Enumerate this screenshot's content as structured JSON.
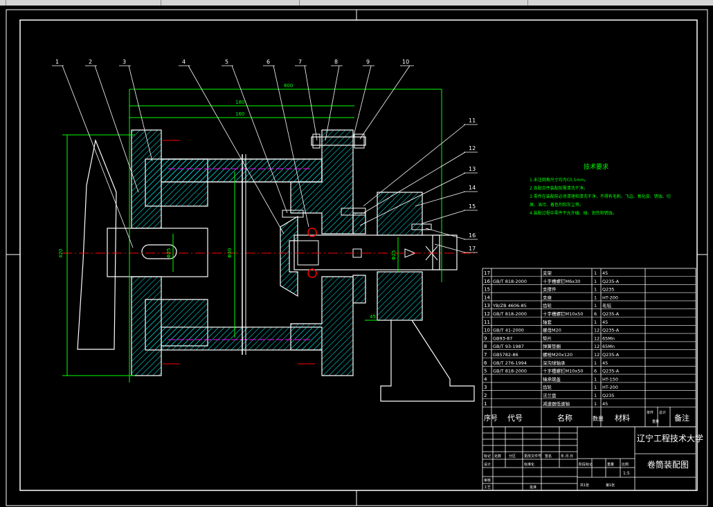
{
  "drawing": {
    "title_text": "技术要求",
    "tech_requirements": [
      "1.未注倒角尺寸均为C0.5mm。",
      "2.各配合件装配前需清洗干净。",
      "3.零件在装配前必须清理和清洗干净，不得有毛刺、飞边、氧化皮、锈蚀、切",
      "屑、油污、着色剂和灰尘等。",
      "4.装配过程中零件不允许磕、碰、划伤和锈蚀。"
    ],
    "balloons": [
      "1",
      "2",
      "3",
      "4",
      "5",
      "6",
      "7",
      "8",
      "9",
      "10",
      "11",
      "12",
      "13",
      "14",
      "15",
      "16",
      "17"
    ],
    "dimensions": {
      "overall_width": "800",
      "mid_width_1": "180",
      "mid_width_2": "160",
      "left_height": "420",
      "shaft_dia": "Φ25",
      "center_dia": "Φ30",
      "right_dia": "Φ25",
      "offset": "45"
    },
    "bom_header": {
      "seq": "序号",
      "code": "代号",
      "name": "名称",
      "qty": "数量",
      "material": "材料",
      "unit_weight": "单件",
      "total_weight": "总计",
      "weight": "重量",
      "remarks": "备注"
    },
    "bom": [
      {
        "no": "17",
        "code": "",
        "name": "支架",
        "qty": "1",
        "mat": "45"
      },
      {
        "no": "16",
        "code": "GB/T 818-2000",
        "name": "十字槽螺钉M6x30",
        "qty": "1",
        "mat": "Q235-A"
      },
      {
        "no": "15",
        "code": "",
        "name": "支撑件",
        "qty": "1",
        "mat": "Q235"
      },
      {
        "no": "14",
        "code": "",
        "name": "支座",
        "qty": "1",
        "mat": "HT-200"
      },
      {
        "no": "13",
        "code": "YB/ZB 4606-85",
        "name": "齿轮",
        "qty": "1",
        "mat": "毛毡"
      },
      {
        "no": "12",
        "code": "GB/T 818-2000",
        "name": "十字槽螺钉M10x50",
        "qty": "6",
        "mat": "Q235-A"
      },
      {
        "no": "11",
        "code": "",
        "name": "轴套",
        "qty": "1",
        "mat": "45"
      },
      {
        "no": "10",
        "code": "GB/T 41-2000",
        "name": "螺母M20",
        "qty": "12",
        "mat": "Q235-A"
      },
      {
        "no": "9",
        "code": "GB93-87",
        "name": "垫片",
        "qty": "12",
        "mat": "65Mn"
      },
      {
        "no": "8",
        "code": "GB/T 93-1987",
        "name": "弹簧垫圈",
        "qty": "12",
        "mat": "65Mn"
      },
      {
        "no": "7",
        "code": "GB5782-86",
        "name": "螺栓M20x120",
        "qty": "12",
        "mat": "Q235-A"
      },
      {
        "no": "6",
        "code": "GB/T 276-1994",
        "name": "深沟球轴承",
        "qty": "1",
        "mat": "45"
      },
      {
        "no": "5",
        "code": "GB/T 818-2000",
        "name": "十字槽螺钉M10x50",
        "qty": "6",
        "mat": "Q235-A"
      },
      {
        "no": "4",
        "code": "",
        "name": "轴承端盖",
        "qty": "1",
        "mat": "HT-150"
      },
      {
        "no": "3",
        "code": "",
        "name": "齿轮",
        "qty": "1",
        "mat": "HT-200"
      },
      {
        "no": "2",
        "code": "",
        "name": "法兰盘",
        "qty": "1",
        "mat": "Q235"
      },
      {
        "no": "1",
        "code": "",
        "name": "减速器低速轴",
        "qty": "1",
        "mat": "45"
      }
    ],
    "title_block": {
      "school": "辽宁工程技术大学",
      "drawing_name": "卷筒装配图",
      "scale": "1:5",
      "labels": {
        "mark": "标记",
        "count": "处数",
        "zone": "分区",
        "change_doc": "更改文件号",
        "sign": "签名",
        "date": "年.月.日",
        "design": "设计",
        "standard": "标准化",
        "check": "审核",
        "process": "工艺",
        "approve": "批准",
        "stage_mark": "阶段标记",
        "weight": "重量",
        "ratio": "比例",
        "sheets": "共1张",
        "sheet_no": "第1张"
      }
    }
  },
  "colors": {
    "cyan": "#00ffff",
    "green": "#00ff00",
    "red": "#ff0000",
    "white": "#ffffff",
    "magenta": "#ff00ff",
    "yellow": "#ffff00"
  }
}
